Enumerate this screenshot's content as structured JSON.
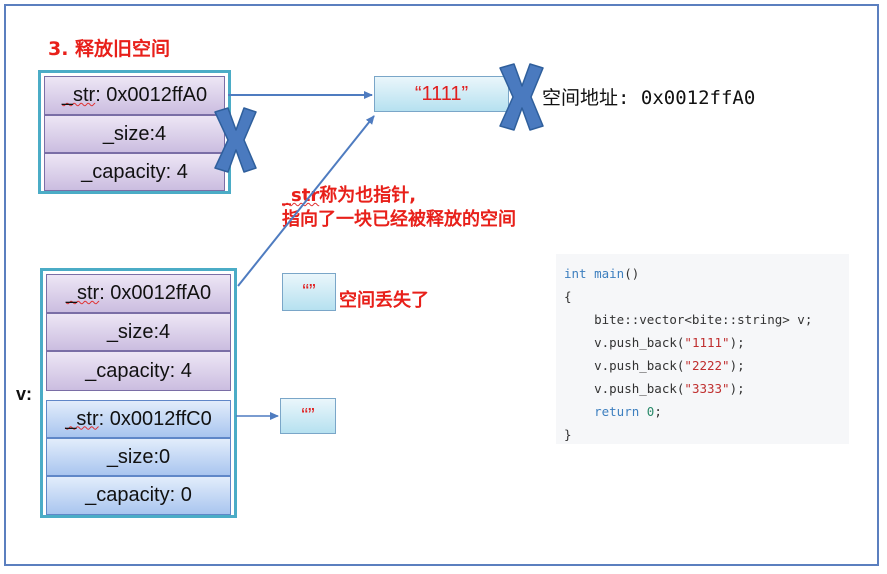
{
  "title": "3. 释放旧空间",
  "old_block": {
    "str_label": "_str",
    "str_value": ": 0x0012ffA0",
    "size": "_size:4",
    "capacity": "_capacity: 4"
  },
  "new_block_a": {
    "str_label": "_str",
    "str_value": ": 0x0012ffA0",
    "size": "_size:4",
    "capacity": "_capacity: 4"
  },
  "new_block_b": {
    "str_label": "_str",
    "str_value": ": 0x0012ffC0",
    "size": "_size:0",
    "capacity": "_capacity: 0"
  },
  "v_label": "v:",
  "freed_string": "“1111”",
  "address_label": "空间地址: 0x0012ffA0",
  "dangling_note_lead": "_str",
  "dangling_note_line1": "称为也指针,",
  "dangling_note_line2": "指向了一块已经被释放的空间",
  "empty_string_a": "“”",
  "lost_note": "空间丢失了",
  "empty_string_b": "“”",
  "code": {
    "l1_kw": "int",
    "l1_fn": "main",
    "l1_rest": "()",
    "l2": "{",
    "l3": "    bite::vector<bite::string> v;",
    "l4_a": "    v.push_back(",
    "l4_s": "\"1111\"",
    "l4_b": ");",
    "l5_a": "    v.push_back(",
    "l5_s": "\"2222\"",
    "l5_b": ");",
    "l6_a": "    v.push_back(",
    "l6_s": "\"3333\"",
    "l6_b": ");",
    "l7_kw": "    return",
    "l7_num": " 0",
    "l7_b": ";",
    "l8": "}"
  },
  "colors": {
    "frame": "#5b7fbf",
    "accent_red": "#e8201a",
    "block_border": "#4bacc6",
    "arrow": "#4f7cc0",
    "cross": "#3f6fb0"
  },
  "icons": [
    "cross-mark-icon",
    "arrow-icon"
  ]
}
